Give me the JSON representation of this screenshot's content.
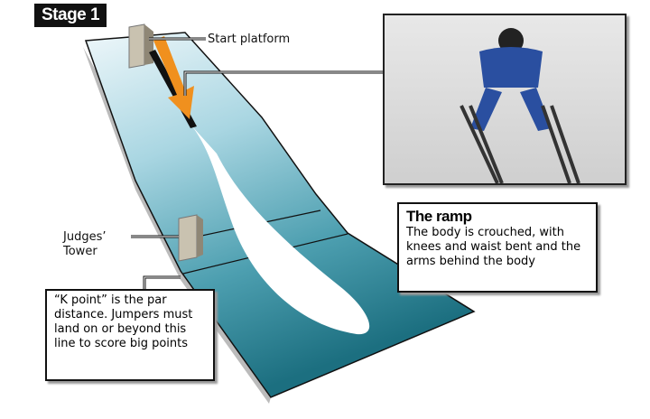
{
  "stage_label": "Stage 1",
  "labels": {
    "start_platform": "Start platform",
    "judges_tower": "Judges’ Tower"
  },
  "ramp_box": {
    "title": "The ramp",
    "text": "The body is crouched, with knees and waist bent and the arms behind the body"
  },
  "k_point_box": {
    "text": "“K point” is the par distance. Jumpers must land on or beyond this line to score big points"
  },
  "colors": {
    "arrow": "#f0901e",
    "ramp_top": "#d8eef3",
    "ramp_bottom": "#1f7a8a"
  }
}
